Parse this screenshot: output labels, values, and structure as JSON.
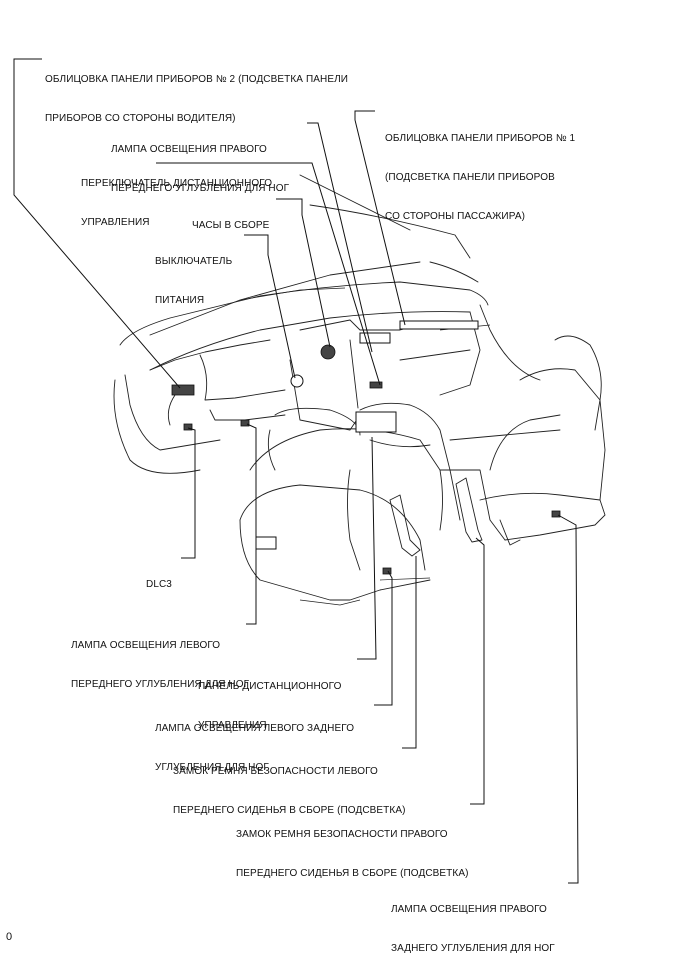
{
  "labels": {
    "ip_finish_2": [
      "ОБЛИЦОВКА ПАНЕЛИ ПРИБОРОВ № 2 (ПОДСВЕТКА ПАНЕЛИ",
      "ПРИБОРОВ СО СТОРОНЫ ВОДИТЕЛЯ)"
    ],
    "ip_finish_1": [
      "ОБЛИЦОВКА ПАНЕЛИ ПРИБОРОВ № 1",
      "(ПОДСВЕТКА ПАНЕЛИ ПРИБОРОВ",
      "СО СТОРОНЫ ПАССАЖИРА)"
    ],
    "rh_front_footwell": [
      "ЛАМПА ОСВЕЩЕНИЯ ПРАВОГО",
      "ПЕРЕДНЕГО УГЛУБЛЕНИЯ ДЛЯ НОГ"
    ],
    "remote_switch": [
      "ПЕРЕКЛЮЧАТЕЛЬ ДИСТАНЦИОННОГО",
      "УПРАВЛЕНИЯ"
    ],
    "clock": [
      "ЧАСЫ В СБОРЕ"
    ],
    "power_switch": [
      "ВЫКЛЮЧАТЕЛЬ",
      "ПИТАНИЯ"
    ],
    "dlc3": [
      "DLC3"
    ],
    "lh_front_footwell": [
      "ЛАМПА ОСВЕЩЕНИЯ ЛЕВОГО",
      "ПЕРЕДНЕГО УГЛУБЛЕНИЯ ДЛЯ НОГ"
    ],
    "remote_panel": [
      "ПАНЕЛЬ ДИСТАНЦИОННОГО",
      "УПРАВЛЕНИЯ"
    ],
    "lh_rear_footwell": [
      "ЛАМПА ОСВЕЩЕНИЯ ЛЕВОГО ЗАДНЕГО",
      "УГЛУБЛЕНИЯ ДЛЯ НОГ"
    ],
    "lh_front_buckle": [
      "ЗАМОК РЕМНЯ БЕЗОПАСНОСТИ ЛЕВОГО",
      "ПЕРЕДНЕГО СИДЕНЬЯ В СБОРЕ (ПОДСВЕТКА)"
    ],
    "rh_front_buckle": [
      "ЗАМОК РЕМНЯ БЕЗОПАСНОСТИ ПРАВОГО",
      "ПЕРЕДНЕГО СИДЕНЬЯ В СБОРЕ (ПОДСВЕТКА)"
    ],
    "rh_rear_footwell": [
      "ЛАМПА ОСВЕЩЕНИЯ ПРАВОГО",
      "ЗАДНЕГО УГЛУБЛЕНИЯ ДЛЯ НОГ"
    ]
  },
  "footer": "0"
}
